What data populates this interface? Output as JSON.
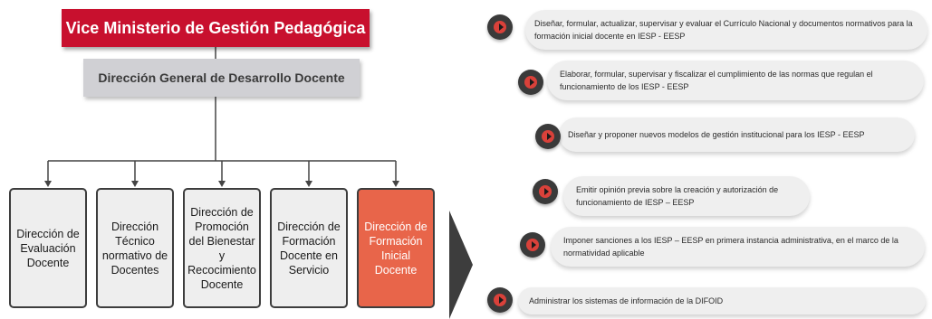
{
  "org_chart": {
    "top": "Vice Ministerio de Gestión Pedagógica",
    "second": "Dirección General de Desarrollo Docente",
    "directorates": [
      "Dirección de Evaluación Docente",
      "Dirección Técnico normativo de Docentes",
      "Dirección de Promoción del Bienestar y Recocimiento Docente",
      "Dirección de Formación Docente en Servicio",
      "Dirección de Formación Inicial Docente"
    ]
  },
  "functions": [
    "Diseñar, formular, actualizar, supervisar y evaluar el Currículo Nacional y documentos normativos para la formación inicial docente  en IESP - EESP",
    "Elaborar, formular, supervisar y fiscalizar el cumplimiento de las normas que regulan el funcionamiento de los IESP - EESP",
    "Diseñar y proponer nuevos modelos de gestión institucional para los IESP - EESP",
    "Emitir opinión previa sobre la creación y autorización de funcionamiento de IESP – EESP",
    "Imponer sanciones a los IESP – EESP en primera instancia administrativa, en el marco de la normatividad aplicable",
    "Administrar los sistemas de información de la DIFOID"
  ],
  "colors": {
    "top_box": "#c8102e",
    "second_box": "#d0d0d4",
    "highlight": "#e8654a",
    "bullet_outer": "#3a3a3a",
    "bullet_inner": "#d9413a"
  }
}
